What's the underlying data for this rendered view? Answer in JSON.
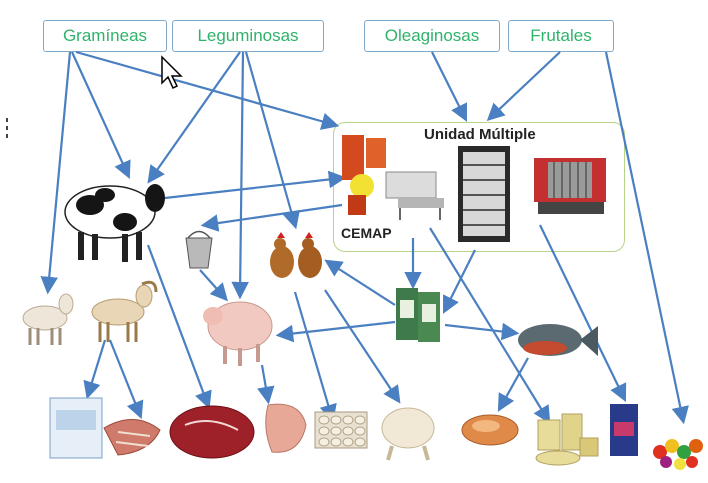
{
  "top_labels": {
    "gramineas": "Gramíneas",
    "leguminosas": "Leguminosas",
    "oleaginosas": "Oleaginosas",
    "frutales": "Frutales"
  },
  "unit": {
    "title": "Unidad Múltiple",
    "cemap": "CEMAP"
  },
  "colors": {
    "label_text": "#2fb36b",
    "label_border": "#7fa8c9",
    "arrow": "#4a7fc1",
    "unit_border": "#b7d48a"
  }
}
